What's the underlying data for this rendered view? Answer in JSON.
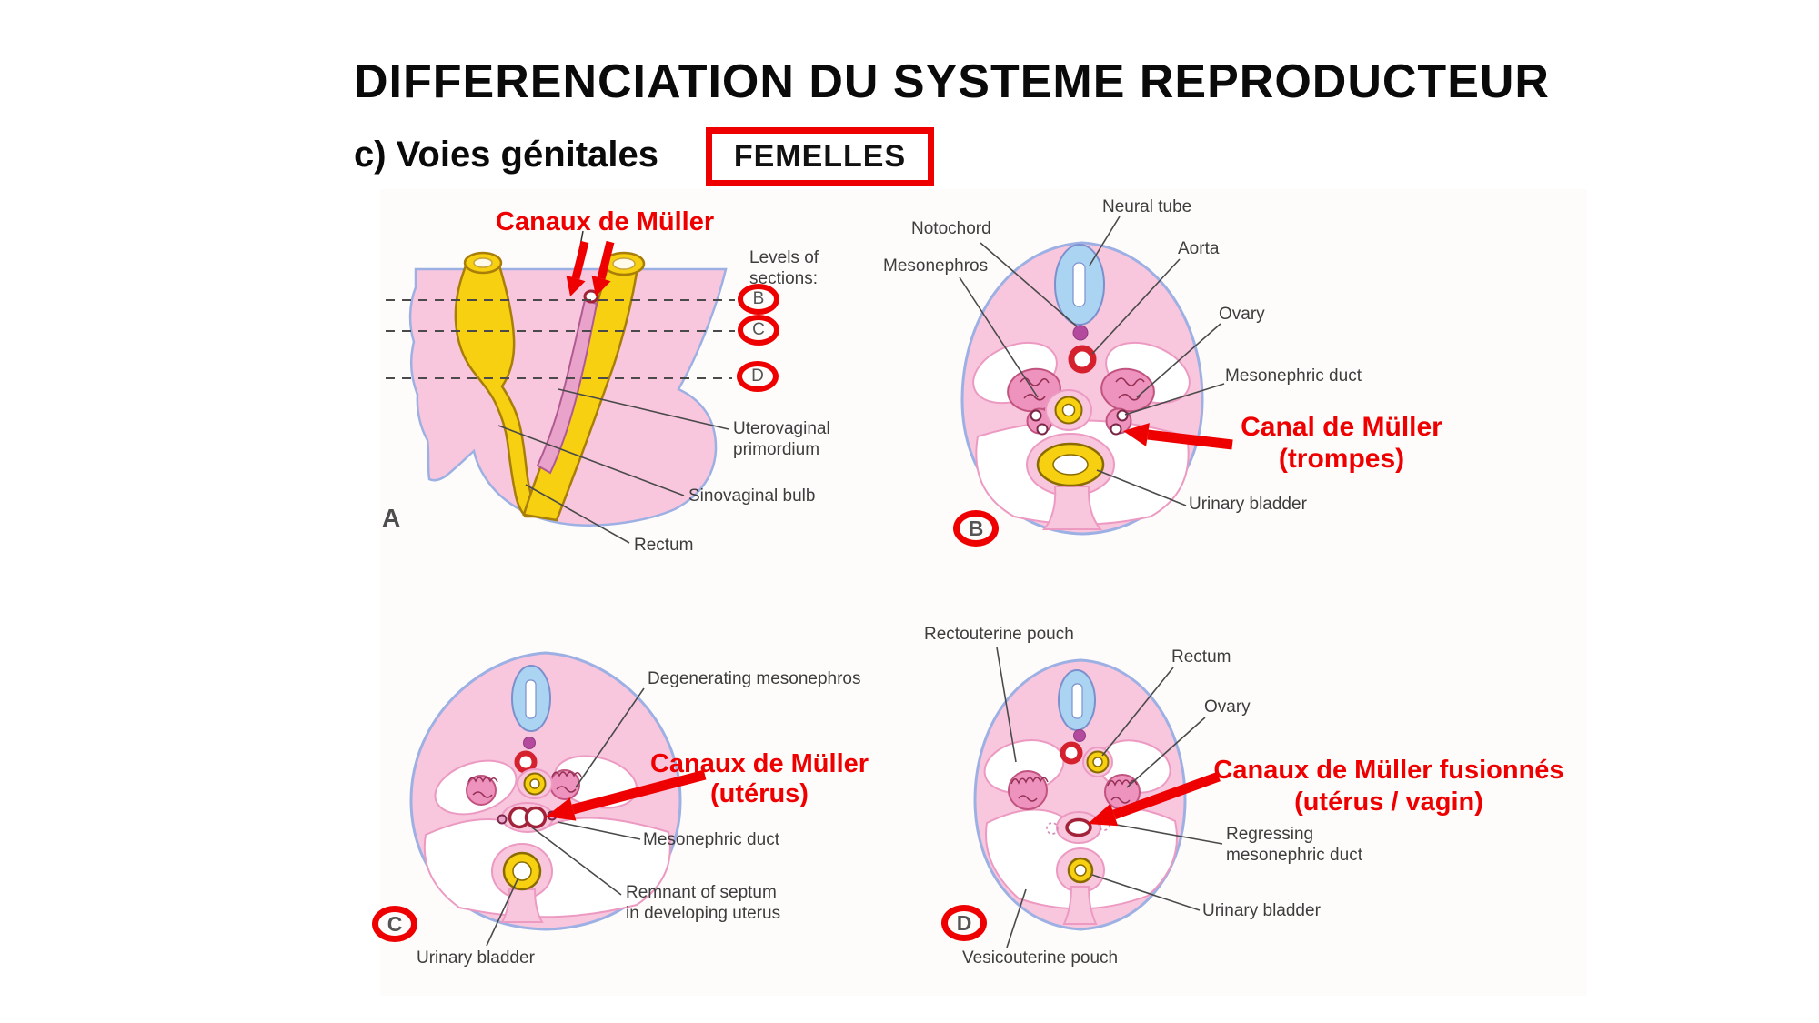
{
  "page": {
    "title": "DIFFERENCIATION DU SYSTEME REPRODUCTEUR",
    "subtitle": "c) Voies génitales",
    "badge": "FEMELLES"
  },
  "colors": {
    "annotation_red": "#ee0000",
    "body_pink": "#f8c6dd",
    "deep_pink": "#ee93bd",
    "neural_blue": "#aad4f2",
    "yellow": "#f6d011",
    "aorta_red": "#d5202e",
    "notochord_purple": "#b44a9e",
    "outline_blue": "#9db0e4",
    "label_gray": "#3d3d3d"
  },
  "panelA": {
    "letter": "A",
    "annotation": "Canaux de Müller",
    "levels_heading_line1": "Levels of",
    "levels_heading_line2": "sections:",
    "levels": [
      "B",
      "C",
      "D"
    ],
    "labels": {
      "uterovaginal_line1": "Uterovaginal",
      "uterovaginal_line2": "primordium",
      "sinovaginal": "Sinovaginal bulb",
      "rectum": "Rectum"
    }
  },
  "panelB": {
    "letter": "B",
    "annotation_line1": "Canal de Müller",
    "annotation_line2": "(trompes)",
    "labels": {
      "notochord": "Notochord",
      "neural_tube": "Neural tube",
      "aorta": "Aorta",
      "mesonephros": "Mesonephros",
      "ovary": "Ovary",
      "mesonephric_duct": "Mesonephric duct",
      "urinary_bladder": "Urinary bladder"
    }
  },
  "panelC": {
    "letter": "C",
    "annotation_line1": "Canaux de Müller",
    "annotation_line2": "(utérus)",
    "labels": {
      "degenerating_mesonephros": "Degenerating mesonephros",
      "mesonephric_duct": "Mesonephric duct",
      "remnant_line1": "Remnant of septum",
      "remnant_line2": "in developing uterus",
      "urinary_bladder": "Urinary bladder"
    }
  },
  "panelD": {
    "letter": "D",
    "annotation_line1": "Canaux de Müller fusionnés",
    "annotation_line2": "(utérus / vagin)",
    "labels": {
      "rectouterine_pouch": "Rectouterine pouch",
      "rectum": "Rectum",
      "ovary": "Ovary",
      "regressing_line1": "Regressing",
      "regressing_line2": "mesonephric duct",
      "urinary_bladder": "Urinary bladder",
      "vesicouterine_pouch": "Vesicouterine pouch"
    }
  }
}
